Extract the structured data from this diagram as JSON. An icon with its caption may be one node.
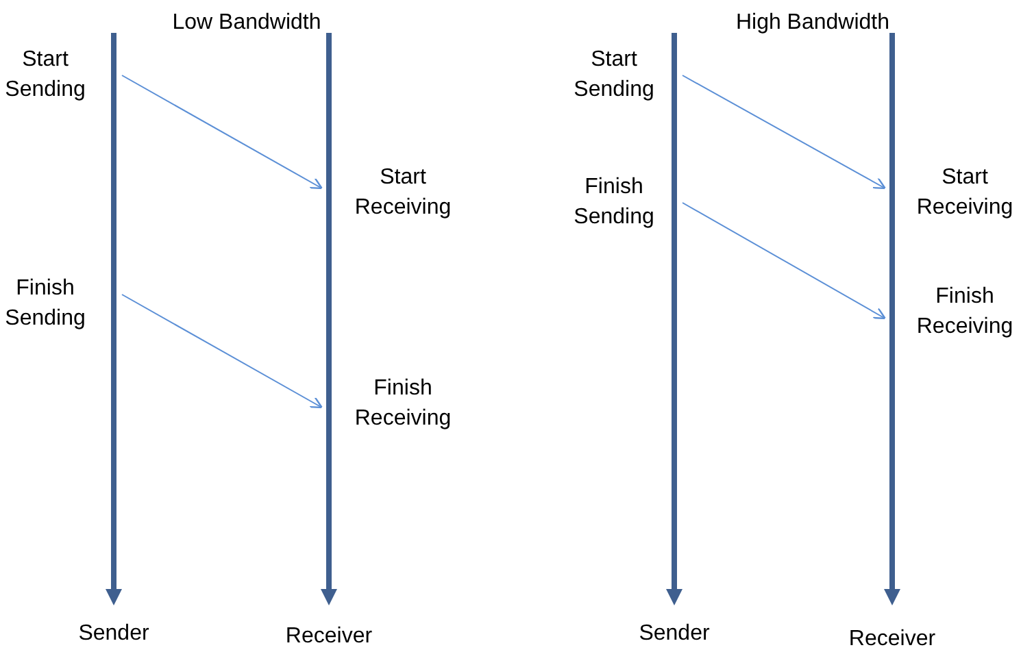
{
  "diagram": {
    "nodes": [
      {
        "text": [],
        "shape": "bar",
        "beside": [
          "Sender"
        ]
      },
      {
        "text": [],
        "shape": "bar",
        "beside": [
          "Receiver"
        ]
      },
      {
        "text": [],
        "shape": "bar",
        "beside": [
          "Sender"
        ]
      },
      {
        "text": [],
        "shape": "bar",
        "beside": [
          "Receiver"
        ]
      }
    ],
    "edges": [
      {
        "from": 0,
        "to": 1,
        "arrow": "to"
      },
      {
        "from": 0,
        "to": 1,
        "arrow": "to"
      },
      {
        "from": 2,
        "to": 3,
        "arrow": "to"
      },
      {
        "from": 2,
        "to": 3,
        "arrow": "to"
      }
    ],
    "labels": [
      "Low Bandwidth",
      "Start Sending",
      "Start Receiving",
      "Finish Sending",
      "Finish Receiving",
      "High Bandwidth",
      "Start Sending",
      "Finish Sending",
      "Start Receiving",
      "Finish Receiving"
    ]
  }
}
